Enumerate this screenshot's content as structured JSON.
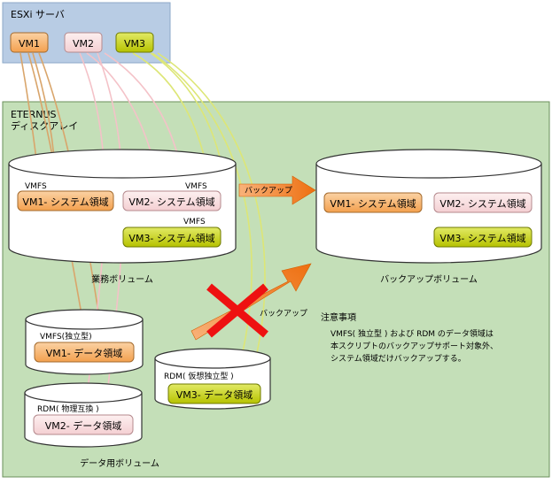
{
  "esxi": {
    "title": "ESXi サーバ",
    "vms": [
      "VM1",
      "VM2",
      "VM3"
    ]
  },
  "eternus": {
    "title_line1": "ETERNUS",
    "title_line2": "ディスクアレイ"
  },
  "business_volume": {
    "caption": "業務ボリューム",
    "vmfs_tag": "VMFS",
    "boxes": [
      "VM1- システム領域",
      "VM2- システム領域",
      "VM3- システム領域"
    ]
  },
  "backup_volume": {
    "caption": "バックアップボリューム",
    "boxes": [
      "VM1- システム領域",
      "VM2- システム領域",
      "VM3- システム領域"
    ]
  },
  "data_volumes": {
    "caption": "データ用ボリューム",
    "vmfs_independent": {
      "tag": "VMFS(独立型)",
      "box": "VM1- データ領域"
    },
    "rdm_physical": {
      "tag": "RDM( 物理互換 )",
      "box": "VM2- データ領域"
    },
    "rdm_virtual": {
      "tag": "RDM( 仮想独立型 )",
      "box": "VM3- データ領域"
    }
  },
  "arrows": {
    "backup_ok": "バックアップ",
    "backup_ng": "バックアップ"
  },
  "note": {
    "title": "注意事項",
    "lines": [
      "VMFS( 独立型 ) および RDM のデータ領域は",
      "本スクリプトのバックアップサポート対象外、",
      "システム領域だけバックアップする。"
    ]
  },
  "colors": {
    "esxi_bg": "#b8cce4",
    "array_bg": "#c4dfb8",
    "vm1": "#f7b36e",
    "vm2": "#f9dcdc",
    "vm3": "#c8d400",
    "vm1_line": "#d9a56b",
    "vm2_line": "#f4c2c8",
    "vm3_line": "#dde676",
    "arrow": "#f07c1c",
    "cross": "#ee1111"
  }
}
